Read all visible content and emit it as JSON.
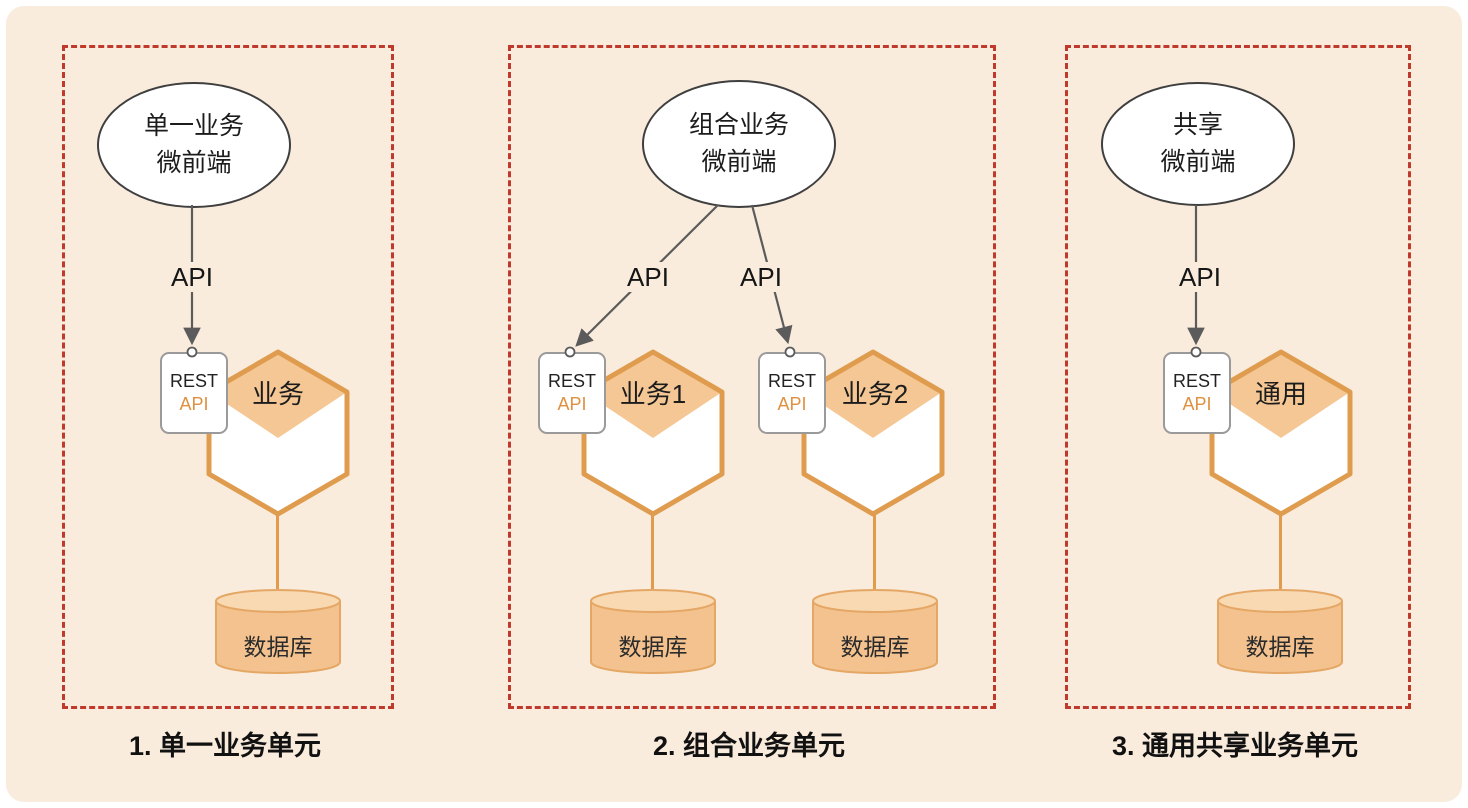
{
  "colors": {
    "background": "#FAECDC",
    "frame_dashed": "#BF3A2D",
    "hex_stroke": "#DF9C4E",
    "hex_fill": "#F5C795",
    "db_fill": "#F3C28E",
    "db_top_fill": "#F8D9B2",
    "arrow": "#5b5b5b",
    "badge_api_text": "#DF9040"
  },
  "panels": [
    {
      "id": "single",
      "caption": "1. 单一业务单元",
      "frontend": [
        "单一业务",
        "微前端"
      ],
      "arrows": [
        {
          "label": "API"
        }
      ],
      "services": [
        {
          "hex_label": "业务",
          "badge_top": "REST",
          "badge_bottom": "API",
          "db_label": "数据库"
        }
      ]
    },
    {
      "id": "composite",
      "caption": "2. 组合业务单元",
      "frontend": [
        "组合业务",
        "微前端"
      ],
      "arrows": [
        {
          "label": "API"
        },
        {
          "label": "API"
        }
      ],
      "services": [
        {
          "hex_label": "业务1",
          "badge_top": "REST",
          "badge_bottom": "API",
          "db_label": "数据库"
        },
        {
          "hex_label": "业务2",
          "badge_top": "REST",
          "badge_bottom": "API",
          "db_label": "数据库"
        }
      ]
    },
    {
      "id": "shared",
      "caption": "3. 通用共享业务单元",
      "frontend": [
        "共享",
        "微前端"
      ],
      "arrows": [
        {
          "label": "API"
        }
      ],
      "services": [
        {
          "hex_label": "通用",
          "badge_top": "REST",
          "badge_bottom": "API",
          "db_label": "数据库"
        }
      ]
    }
  ]
}
